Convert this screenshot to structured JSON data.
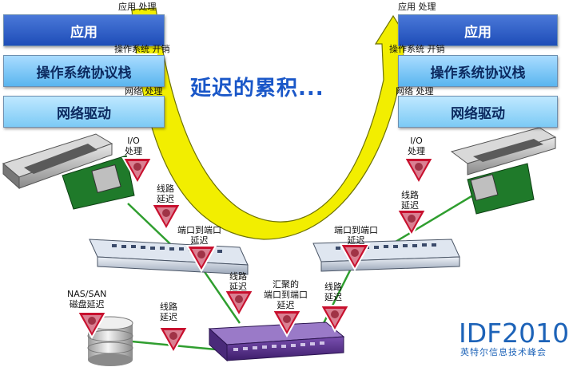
{
  "title": "延迟的累积...",
  "left_stack": {
    "app": "应用",
    "os": "操作系统协议栈",
    "net": "网络驱动"
  },
  "right_stack": {
    "app": "应用",
    "os": "操作系统协议栈",
    "net": "网络驱动"
  },
  "labels": {
    "app_proc_l": "应用  处理",
    "os_overhead_l": "操作系统  开销",
    "net_proc_l": "网络  处理",
    "io_proc_l": "I/O\n处理",
    "line_l1": "线路\n延迟",
    "port_l": "端口到端口\n延迟",
    "line_l2": "线路\n延迟",
    "agg_port": "汇聚的\n端口到端口\n延迟",
    "line_r2": "线路\n延迟",
    "nas": "NAS/SAN\n磁盘延迟",
    "line_storage": "线路\n延迟",
    "port_r": "端口到端口\n延迟",
    "line_r1": "线路\n延迟",
    "io_proc_r": "I/O\n处理",
    "net_proc_r": "网络  处理",
    "os_overhead_r": "操作系统  开销",
    "app_proc_r": "应用  处理"
  },
  "logo": {
    "main": "IDF2010",
    "sub": "英特尔信息技术峰会"
  },
  "colors": {
    "arrow_fill": "#f2ee00",
    "warning_red": "#c8102e",
    "link_green": "#2f9e2f",
    "layer_blue": "#1e4db8",
    "title_blue": "#1a57c8"
  }
}
